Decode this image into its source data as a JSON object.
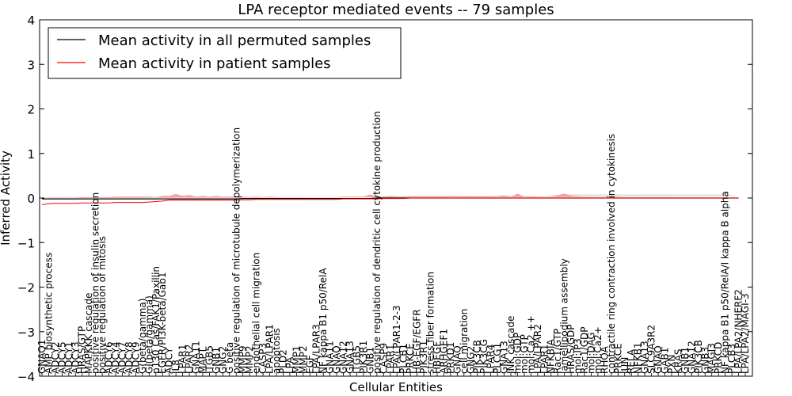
{
  "chart_data": {
    "type": "line",
    "title": "LPA receptor mediated events -- 79 samples",
    "xlabel": "Cellular Entities",
    "ylabel": "Inferred Activity",
    "ylim": [
      -4,
      4
    ],
    "yticks": [
      4,
      3,
      2,
      1,
      0,
      -1,
      -2,
      -3,
      -4
    ],
    "grid": false,
    "legend_position": "top-left",
    "categories": [
      "GNAQ1",
      "AMP biosynthetic process",
      "ADCY2",
      "ADCY5",
      "ADCY1",
      "ADCY3",
      "HRAS/GTP",
      "MAPKKK cascade",
      "positive regulation of insulin secretion",
      "positive regulation of mitosis",
      "ADCY6",
      "ADCY4",
      "ADCY7",
      "ADCY8",
      "ADCY9",
      "G(beta/gamma)",
      "Gi(beta/gamma)",
      "p130 Cas/FAK1/Paxillin",
      "EGFR/PI3K-beta/Gab1",
      "ADCY",
      "IL8",
      "LPAR1",
      "LPAR2",
      "GNA11",
      "MAPT",
      "ITGB5",
      "GNB1",
      "GNG2",
      "G beta",
      "positive regulation of microtubule depolymerization",
      "MMP9",
      "MMP2",
      "endothelial cell migration",
      "CASP3",
      "LPA/LPAR1",
      "apoptosis",
      "PLD2",
      "LPA",
      "MMP1",
      "MMP2",
      "EGF",
      "LPA/LPAR3",
      "NF kappa B1 p50/RelA",
      "GNA11",
      "GNAQ",
      "GNA12",
      "GNA13",
      "ITGB5",
      "PIK3R1",
      "GNB1",
      "positive regulation of dendritic cell cytokine production",
      "CASP9",
      "LPAR1",
      "LPA/LPAR1-2-3",
      "PLCB1",
      "PRKCE",
      "HB-EGF/EGFR",
      "PIK3R1",
      "stress fiber formation",
      "HBEGF",
      "ARHGEF1",
      "PRKD1",
      "GNAQ",
      "cell migration",
      "GNG2",
      "PIK3CB",
      "PIK3CG",
      "LPAR4",
      "PLCG1",
      "GNA13",
      "JNK cascade",
      "mol:GDP",
      "mol:GTP",
      "mol:Ca2 ++",
      "LPA/LPAR2",
      "LPAR1",
      "NFKBIA",
      "Rac1/GTP",
      "lamellipodium assembly",
      "HRAS/GDP",
      "mol:IP3",
      "Rac1/GDP",
      "mol:DAG",
      "mol:Ca2+",
      "RHOA",
      "contractile ring contraction involved in cytokinesis",
      "PRKCE",
      "JUN",
      "RELA",
      "NFKB1",
      "GNA13",
      "SLC9A3R2",
      "GNAQ",
      "GAB1",
      "PXN",
      "KRAS",
      "GNB1",
      "GNA12",
      "PIK3CB",
      "GNB3",
      "MAGI3",
      "PRKCD",
      "NF kappa B1 p50/RelA/I kappa B alpha",
      "PLCB3",
      "LPA/LPA2/NHERF2",
      "LPA/LPA2/MAGI-3"
    ],
    "series": [
      {
        "name": "Mean activity in all permuted samples",
        "color": "#000000",
        "values": [
          -0.02,
          -0.02,
          -0.02,
          -0.02,
          -0.02,
          -0.02,
          -0.02,
          -0.02,
          -0.02,
          -0.02,
          -0.02,
          -0.02,
          -0.02,
          -0.02,
          -0.02,
          -0.02,
          -0.02,
          -0.02,
          -0.02,
          -0.02,
          -0.02,
          -0.02,
          -0.02,
          -0.02,
          -0.02,
          -0.02,
          -0.02,
          -0.02,
          -0.02,
          -0.02,
          -0.01,
          -0.01,
          -0.01,
          -0.01,
          -0.01,
          -0.01,
          -0.01,
          -0.01,
          -0.01,
          -0.01,
          -0.01,
          -0.01,
          -0.01,
          -0.01,
          -0.01,
          -0.01,
          -0.01,
          -0.01,
          -0.01,
          -0.01,
          0.0,
          0.0,
          0.0,
          0.0,
          0.0,
          0.0,
          0.0,
          0.0,
          0.0,
          0.0,
          0.0,
          0.0,
          0.0,
          0.0,
          0.0,
          0.0,
          0.0,
          0.0,
          0.0,
          0.0,
          0.0,
          0.0,
          0.0,
          0.0,
          0.0,
          0.0,
          0.0,
          0.0,
          0.0,
          0.0,
          0.0,
          0.0,
          0.0,
          0.0,
          0.0,
          0.0,
          0.0,
          0.0,
          0.0,
          0.0,
          0.0,
          0.0,
          0.0,
          0.0,
          0.0,
          0.0,
          0.0,
          0.0,
          0.0,
          0.0,
          0.0,
          0.0,
          0.0,
          0.0,
          0.0
        ]
      },
      {
        "name": "Mean activity in patient samples",
        "color": "#ff0000",
        "values": [
          -0.15,
          -0.13,
          -0.12,
          -0.12,
          -0.12,
          -0.12,
          -0.11,
          -0.11,
          -0.11,
          -0.11,
          -0.11,
          -0.1,
          -0.1,
          -0.1,
          -0.1,
          -0.1,
          -0.09,
          -0.08,
          -0.07,
          -0.05,
          -0.05,
          -0.05,
          -0.05,
          -0.05,
          -0.05,
          -0.05,
          -0.05,
          -0.05,
          -0.05,
          -0.05,
          -0.04,
          -0.04,
          -0.03,
          -0.03,
          -0.03,
          -0.03,
          -0.03,
          -0.03,
          -0.03,
          -0.03,
          -0.03,
          -0.03,
          -0.03,
          -0.03,
          -0.03,
          -0.02,
          -0.02,
          -0.02,
          -0.02,
          -0.02,
          -0.02,
          -0.01,
          -0.01,
          -0.01,
          -0.01,
          0.0,
          0.0,
          0.0,
          0.0,
          0.0,
          0.0,
          0.0,
          0.0,
          0.0,
          0.0,
          0.0,
          0.0,
          0.0,
          0.0,
          0.0,
          0.0,
          0.0,
          0.0,
          0.0,
          0.0,
          0.0,
          0.0,
          0.0,
          0.0,
          0.0,
          0.0,
          0.0,
          0.0,
          0.0,
          0.0,
          0.0,
          0.0,
          0.0,
          0.0,
          0.0,
          0.0,
          0.0,
          0.0,
          0.0,
          0.0,
          0.0,
          0.0,
          0.0,
          0.0,
          0.0,
          0.0,
          0.0,
          0.0,
          0.0,
          0.0
        ]
      }
    ],
    "permuted_band": {
      "color": "#d3d3d3",
      "halfwidth": [
        0.05,
        0.05,
        0.05,
        0.05,
        0.05,
        0.05,
        0.05,
        0.05,
        0.05,
        0.05,
        0.05,
        0.05,
        0.05,
        0.05,
        0.05,
        0.05,
        0.05,
        0.05,
        0.05,
        0.05,
        0.05,
        0.05,
        0.05,
        0.05,
        0.05,
        0.05,
        0.05,
        0.05,
        0.05,
        0.05,
        0.05,
        0.05,
        0.05,
        0.05,
        0.05,
        0.05,
        0.05,
        0.05,
        0.05,
        0.05,
        0.05,
        0.05,
        0.05,
        0.05,
        0.05,
        0.05,
        0.05,
        0.05,
        0.05,
        0.05,
        0.05,
        0.05,
        0.05,
        0.05,
        0.05,
        0.05,
        0.05,
        0.05,
        0.05,
        0.05,
        0.05,
        0.05,
        0.05,
        0.05,
        0.05,
        0.05,
        0.05,
        0.05,
        0.05,
        0.05,
        0.05,
        0.05,
        0.05,
        0.05,
        0.05,
        0.05,
        0.06,
        0.07,
        0.08,
        0.08,
        0.08,
        0.08,
        0.08,
        0.08,
        0.08,
        0.08,
        0.08,
        0.08,
        0.08,
        0.08,
        0.08,
        0.08,
        0.08,
        0.08,
        0.08,
        0.08,
        0.08,
        0.08,
        0.08,
        0.08,
        0.08,
        0.08,
        0.08,
        0.07,
        0.05
      ]
    },
    "patient_band": {
      "color": "#f08080",
      "halfwidth": [
        0.15,
        0.14,
        0.13,
        0.13,
        0.13,
        0.13,
        0.13,
        0.13,
        0.13,
        0.13,
        0.13,
        0.13,
        0.13,
        0.13,
        0.13,
        0.13,
        0.12,
        0.1,
        0.12,
        0.1,
        0.14,
        0.1,
        0.12,
        0.08,
        0.1,
        0.08,
        0.1,
        0.08,
        0.08,
        0.08,
        0.07,
        0.06,
        0.06,
        0.05,
        0.06,
        0.05,
        0.05,
        0.05,
        0.05,
        0.05,
        0.05,
        0.05,
        0.05,
        0.05,
        0.05,
        0.05,
        0.05,
        0.05,
        0.05,
        0.1,
        0.05,
        0.04,
        0.05,
        0.04,
        0.04,
        0.04,
        0.04,
        0.04,
        0.04,
        0.04,
        0.04,
        0.04,
        0.04,
        0.04,
        0.04,
        0.04,
        0.04,
        0.04,
        0.04,
        0.06,
        0.03,
        0.1,
        0.03,
        0.04,
        0.03,
        0.03,
        0.03,
        0.06,
        0.1,
        0.05,
        0.04,
        0.03,
        0.03,
        0.03,
        0.03,
        0.04,
        0.04,
        0.03,
        0.03,
        0.03,
        0.03,
        0.03,
        0.03,
        0.03,
        0.03,
        0.03,
        0.03,
        0.03,
        0.03,
        0.03,
        0.03,
        0.03,
        0.03,
        0.03,
        0.03
      ]
    }
  }
}
